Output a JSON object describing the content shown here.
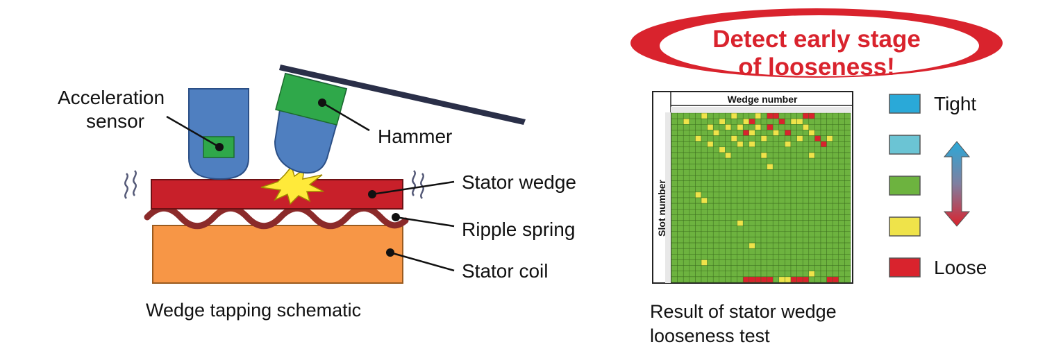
{
  "schematic": {
    "caption": "Wedge tapping schematic",
    "labels": {
      "sensor_line1": "Acceleration",
      "sensor_line2": "sensor",
      "hammer": "Hammer",
      "stator_wedge": "Stator wedge",
      "ripple_spring": "Ripple spring",
      "stator_coil": "Stator coil"
    },
    "colors": {
      "sensor": "#4f7fc0",
      "hammer_head": "#2fa84a",
      "wedge": "#c8202a",
      "spring": "#8b2a2a",
      "coil": "#f79646",
      "impact": "#ffea3a"
    }
  },
  "result": {
    "banner_line1": "Detect early stage",
    "banner_line2": "of looseness!",
    "banner_color": "#d9232d",
    "grid_title": "Wedge number",
    "grid_axis": "Slot number",
    "caption_line1": "Result of stator wedge",
    "caption_line2": "looseness test",
    "grid": {
      "columns": 30,
      "rows": 30,
      "base_color": "#6db33f",
      "loose_cells": [
        [
          0,
          16
        ],
        [
          0,
          17
        ],
        [
          0,
          22
        ],
        [
          0,
          23
        ],
        [
          1,
          13
        ],
        [
          1,
          18
        ],
        [
          2,
          16
        ],
        [
          3,
          12
        ],
        [
          3,
          19
        ],
        [
          4,
          24
        ],
        [
          5,
          25
        ],
        [
          29,
          12
        ],
        [
          29,
          13
        ],
        [
          29,
          14
        ],
        [
          29,
          15
        ],
        [
          29,
          16
        ],
        [
          29,
          20
        ],
        [
          29,
          21
        ],
        [
          29,
          22
        ],
        [
          29,
          26
        ],
        [
          29,
          27
        ]
      ],
      "slightly_loose_cells": [
        [
          0,
          5
        ],
        [
          0,
          10
        ],
        [
          0,
          14
        ],
        [
          1,
          2
        ],
        [
          1,
          8
        ],
        [
          1,
          12
        ],
        [
          1,
          20
        ],
        [
          1,
          21
        ],
        [
          2,
          6
        ],
        [
          2,
          9
        ],
        [
          2,
          11
        ],
        [
          2,
          14
        ],
        [
          2,
          22
        ],
        [
          3,
          7
        ],
        [
          3,
          13
        ],
        [
          3,
          17
        ],
        [
          3,
          23
        ],
        [
          4,
          4
        ],
        [
          4,
          10
        ],
        [
          4,
          15
        ],
        [
          4,
          21
        ],
        [
          4,
          26
        ],
        [
          5,
          6
        ],
        [
          5,
          11
        ],
        [
          5,
          13
        ],
        [
          5,
          19
        ],
        [
          6,
          8
        ],
        [
          7,
          9
        ],
        [
          7,
          15
        ],
        [
          7,
          23
        ],
        [
          9,
          16
        ],
        [
          14,
          4
        ],
        [
          15,
          5
        ],
        [
          19,
          11
        ],
        [
          23,
          13
        ],
        [
          26,
          5
        ],
        [
          28,
          23
        ],
        [
          29,
          18
        ],
        [
          29,
          19
        ]
      ]
    }
  },
  "legend": {
    "items": [
      {
        "label": "Tight",
        "color": "#2aa9d8"
      },
      {
        "label": "",
        "color": "#6bc4d4"
      },
      {
        "label": "",
        "color": "#6db33f"
      },
      {
        "label": "",
        "color": "#efe34a"
      },
      {
        "label": "Loose",
        "color": "#d9232d"
      }
    ],
    "arrow_top_color": "#2aa9d8",
    "arrow_bottom_color": "#d9232d"
  }
}
